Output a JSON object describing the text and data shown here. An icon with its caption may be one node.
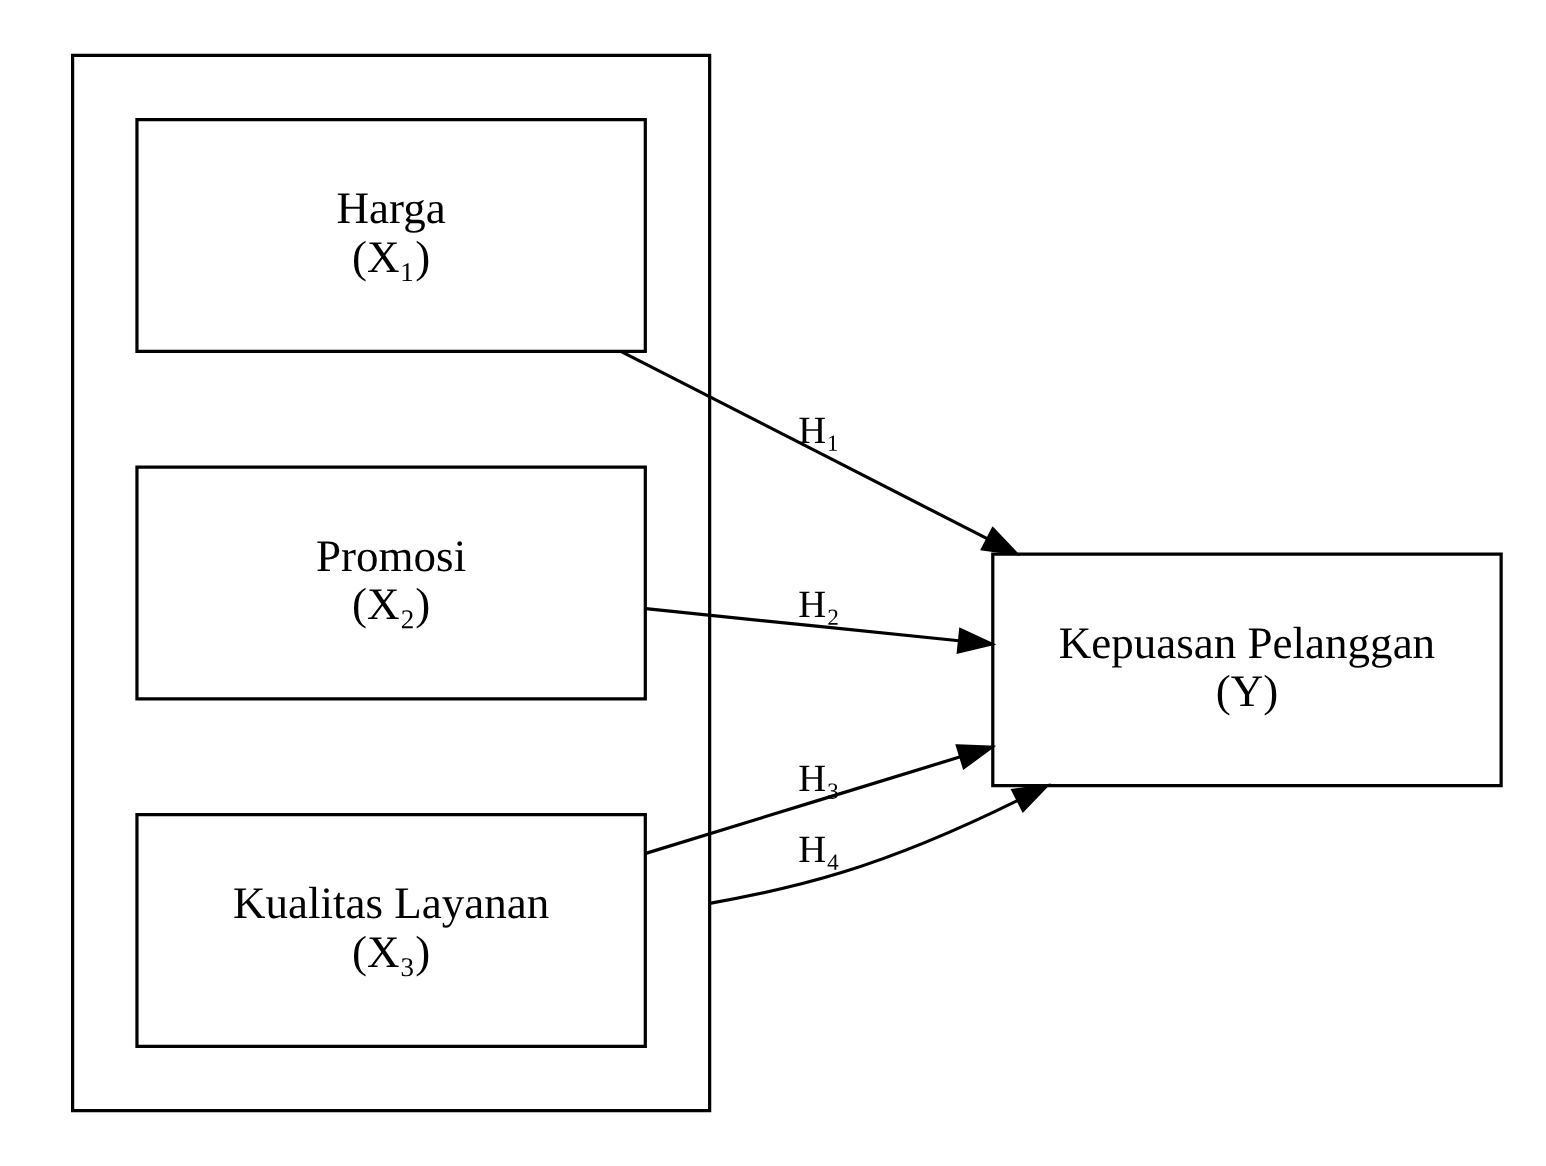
{
  "diagram": {
    "nodes": [
      {
        "text": [],
        "shape": "box"
      },
      {
        "text": [
          "Harga",
          "(X₁)"
        ],
        "in": 0
      },
      {
        "text": [
          "Promosi",
          "(X₂)"
        ],
        "in": 0
      },
      {
        "text": [
          "Kualitas Layanan",
          "(X₃)"
        ],
        "in": 0
      },
      {
        "text": [
          "Kepuasan Pelanggan",
          "(Y)"
        ]
      }
    ],
    "edges": [
      {
        "from": 1,
        "to": 4,
        "arrow": "to",
        "label": "H₁"
      },
      {
        "from": 2,
        "to": 4,
        "arrow": "to",
        "label": "H₂"
      },
      {
        "from": 3,
        "to": 4,
        "arrow": "to",
        "label": "H₃"
      },
      {
        "from": 0,
        "to": 4,
        "arrow": "to",
        "label": "H₄"
      }
    ]
  }
}
